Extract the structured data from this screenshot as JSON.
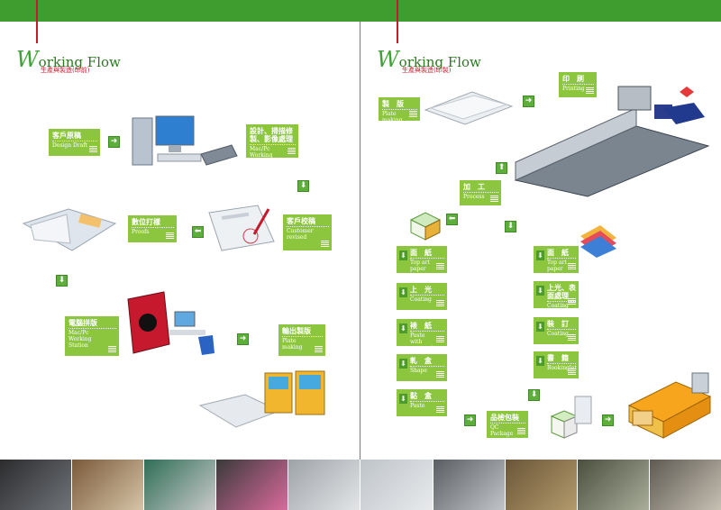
{
  "left": {
    "title_cap": "W",
    "title_rest": "orking Flow",
    "subtitle": "生產與製造(印前)",
    "steps": [
      {
        "zh": "客戶原稿",
        "en": "Design Draft"
      },
      {
        "zh": "設計、掃描修製、影像處理",
        "en": "Mac/Pc Working Station"
      },
      {
        "zh": "客戶校稿",
        "en": "Customer revised"
      },
      {
        "zh": "數位打樣",
        "en": "Proofs"
      },
      {
        "zh": "電腦拼版",
        "en": "Mac/Pc Working Station"
      },
      {
        "zh": "輸出製版",
        "en": "Plate making"
      }
    ]
  },
  "right": {
    "title_cap": "W",
    "title_rest": "orking Flow",
    "subtitle": "生產與製造(印製)",
    "steps": [
      {
        "zh": "製　版",
        "en": "Plate making"
      },
      {
        "zh": "印　刷",
        "en": "Printing"
      },
      {
        "zh": "加　工",
        "en": "Process"
      },
      {
        "zh": "面　紙",
        "en": "Top art paper"
      },
      {
        "zh": "上　光",
        "en": "Coating"
      },
      {
        "zh": "裱　紙",
        "en": "Paste with corrugate"
      },
      {
        "zh": "軋　盒",
        "en": "Shape"
      },
      {
        "zh": "黏　盒",
        "en": "Paste"
      },
      {
        "zh": "面　紙",
        "en": "Top art paper"
      },
      {
        "zh": "上光、表面處理",
        "en": "Coating"
      },
      {
        "zh": "裝　訂",
        "en": "Coating"
      },
      {
        "zh": "書　籍",
        "en": "Bookinglet"
      },
      {
        "zh": "品檢包裝",
        "en": "QC Package"
      }
    ]
  },
  "colors": {
    "brand_green": "#3e9d2e",
    "box_green": "#8cc63f",
    "accent_red": "#c6192d"
  }
}
